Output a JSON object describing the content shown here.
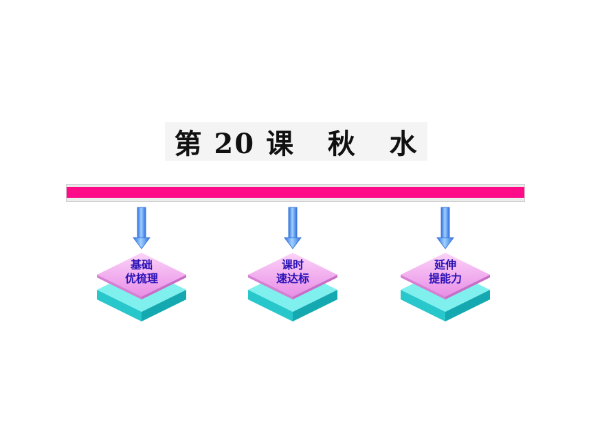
{
  "title": "第 20 课   秋   水",
  "nodes": [
    {
      "line1": "基础",
      "line2": "优梳理"
    },
    {
      "line1": "课时",
      "line2": "速达标"
    },
    {
      "line1": "延伸",
      "line2": "提能力"
    }
  ],
  "colors": {
    "bar": "#ff0b8a",
    "arrow": "#4f9bff",
    "top_face": "#f4a8f0",
    "side_face": "#2bc3c8",
    "label": "#2a12b6"
  },
  "icons": [
    "down-arrow-icon",
    "stacked-diamond-icon"
  ]
}
